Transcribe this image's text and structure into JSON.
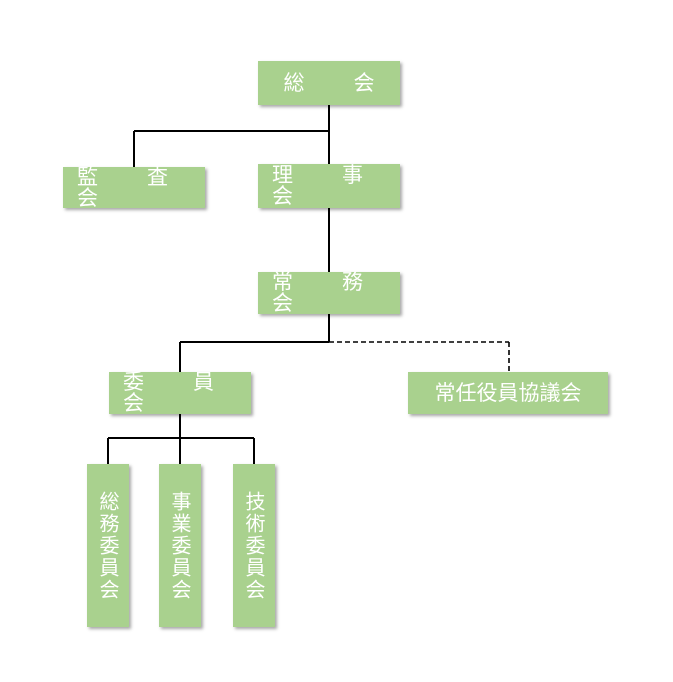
{
  "nodes": {
    "general_meeting": "総　会",
    "auditors": "監　査　会",
    "board": "理　事　会",
    "executive_board": "常　務　会",
    "committee_meeting": "委　員　会",
    "standing_officers_council": "常任役員協議会",
    "general_affairs_committee": "総務委員会",
    "business_committee": "事業委員会",
    "technical_committee": "技術委員会"
  },
  "colors": {
    "box_fill": "#a9d18e",
    "box_text": "#ffffff",
    "connector": "#000000"
  }
}
